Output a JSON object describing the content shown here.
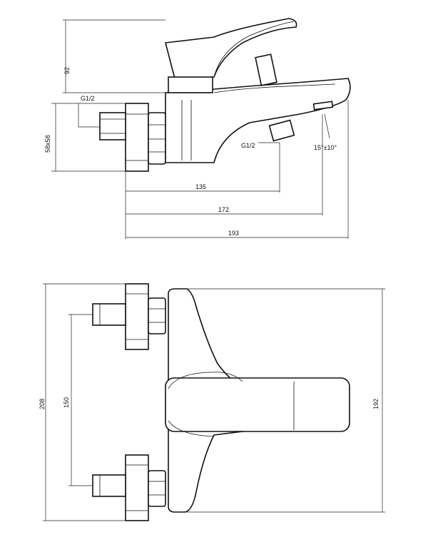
{
  "side_view": {
    "dims": {
      "height_92": "92",
      "thread_g12_top": "G1/2",
      "flange_58x58": "58x58",
      "thread_g12_outlet": "G1/2",
      "angle": "15°±10°",
      "len_135": "135",
      "len_172": "172",
      "len_193": "193"
    }
  },
  "front_view": {
    "dims": {
      "height_208": "208",
      "spacing_150": "150",
      "height_192": "192"
    }
  }
}
